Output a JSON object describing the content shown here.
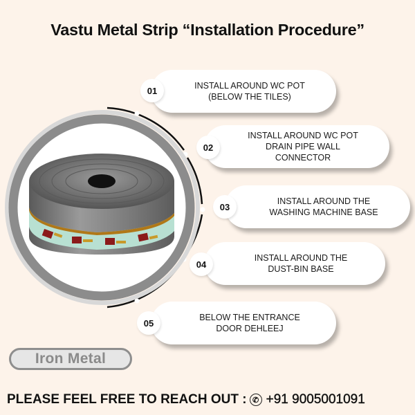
{
  "title": "Vastu Metal Strip “Installation Procedure”",
  "steps": [
    {
      "number": "01",
      "lines": [
        "INSTALL AROUND WC POT",
        "(BELOW THE TILES)"
      ]
    },
    {
      "number": "02",
      "lines": [
        "INSTALL AROUND WC POT",
        "DRAIN PIPE WALL",
        "CONNECTOR"
      ]
    },
    {
      "number": "03",
      "lines": [
        "INSTALL AROUND THE",
        "WASHING MACHINE BASE"
      ]
    },
    {
      "number": "04",
      "lines": [
        "INSTALL AROUND THE",
        "DUST-BIN BASE"
      ]
    },
    {
      "number": "05",
      "lines": [
        "BELOW THE ENTRANCE",
        "DOOR DEHLEEJ"
      ]
    }
  ],
  "product": {
    "image_alt": "metal-strip-roll",
    "material_label": "Iron Metal"
  },
  "footer": {
    "text": "PLEASE FEEL FREE TO REACH OUT :",
    "icon": "phone-icon",
    "phone": "+91 9005001091"
  },
  "colors": {
    "background": "#fdf3ea",
    "ring": "#8c8c8c",
    "pill": "#ffffff",
    "roll_band": "#b8e0d2",
    "roll_stripe": "#b07818"
  }
}
